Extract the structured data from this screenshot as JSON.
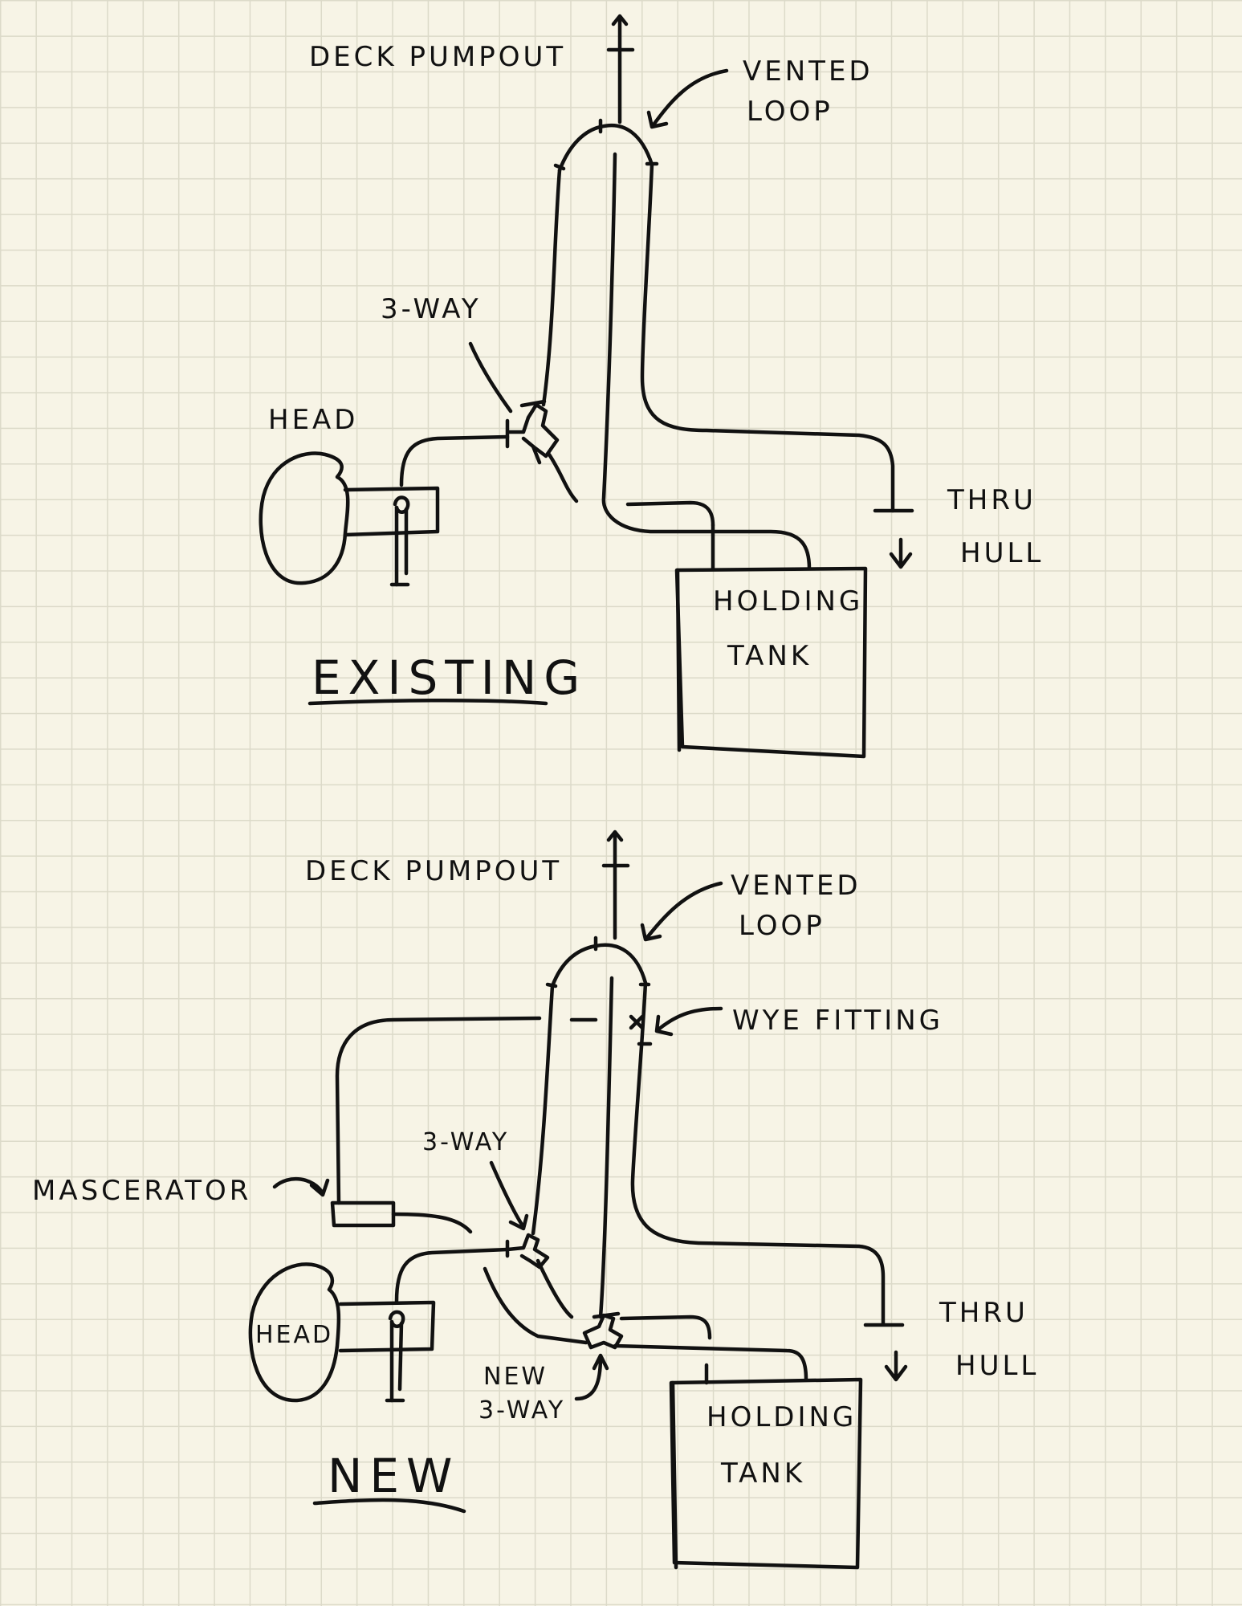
{
  "page": {
    "background": "#f7f4e6",
    "grid_color": "#dcdac9",
    "ink_color": "#111111"
  },
  "existing": {
    "title": "EXISTING",
    "deck_pumpout": "DECK PUMPOUT",
    "vented_loop_1": "VENTED",
    "vented_loop_2": "LOOP",
    "three_way": "3-WAY",
    "head": "HEAD",
    "thru_hull_1": "THRU",
    "thru_hull_2": "HULL",
    "holding_tank_1": "HOLDING",
    "holding_tank_2": "TANK"
  },
  "new": {
    "title": "NEW",
    "deck_pumpout": "DECK PUMPOUT",
    "vented_loop_1": "VENTED",
    "vented_loop_2": "LOOP",
    "wye_fitting": "WYE FITTING",
    "three_way": "3-WAY",
    "mascerator": "MASCERATOR",
    "head": "HEAD",
    "new_three_way_1": "NEW",
    "new_three_way_2": "3-WAY",
    "thru_hull_1": "THRU",
    "thru_hull_2": "HULL",
    "holding_tank_1": "HOLDING",
    "holding_tank_2": "TANK"
  }
}
